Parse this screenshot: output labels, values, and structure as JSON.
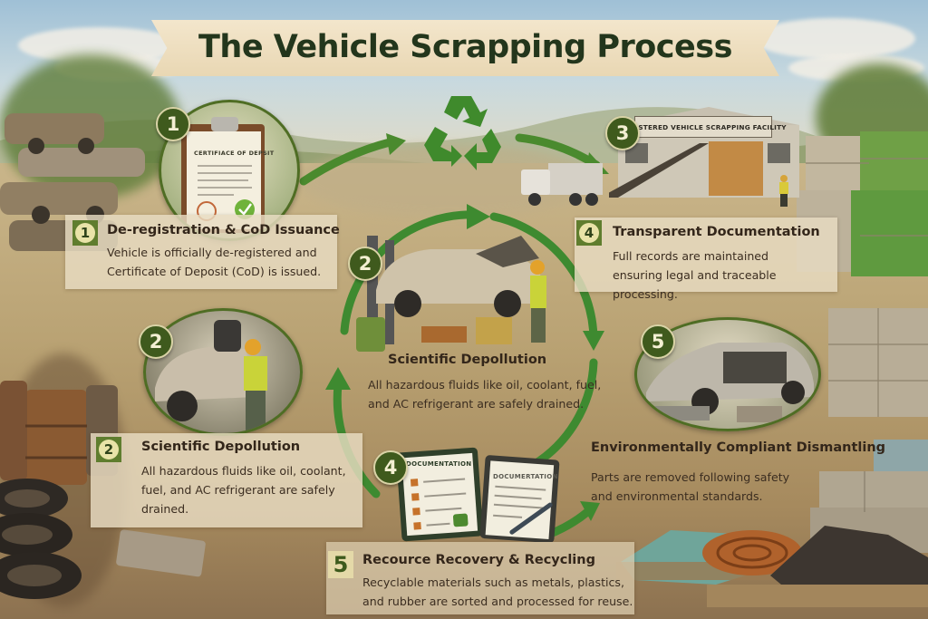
{
  "title": "The Vehicle Scrapping Process",
  "colors": {
    "accent_green": "#4f7a2a",
    "badge_dark": "#3f5a1d",
    "panel_bg": "#e8dcc2",
    "title_text": "#23361c",
    "body_text": "#3b2d20"
  },
  "center_icon": "recycle-icon",
  "steps": [
    {
      "number": "1",
      "title": "De-registration & CoD Issuance",
      "description": "Vehicle is officially de-registered and Certificate of Deposit (CoD) is issued.",
      "illustration_label": "CERTIFIACE OF DEPSIT",
      "icon": "clipboard-certificate-icon"
    },
    {
      "number": "2",
      "title": "Scientific Depollution",
      "description": "All hazardous fluids like oil, coolant, fuel, and AC refrigerant are safely drained.",
      "icon": "mechanic-car-icon"
    },
    {
      "number": "3",
      "illustration_label": "REGISTERED VEHICLE SCRAPPING FACILITY",
      "icon": "facility-building-icon"
    },
    {
      "number": "4",
      "title": "Transparent Documentation",
      "description": "Full records are maintained ensuring legal and traceable processing.",
      "illustration_labels": [
        "DOCUMENTATION",
        "DOCUMERTATION"
      ],
      "icon": "documents-icon"
    },
    {
      "number": "5",
      "title": "Environmentally Compliant Dismantling",
      "description": "Parts are removed following safety and environmental standards.",
      "icon": "dismantled-car-icon"
    },
    {
      "number": "5",
      "title": "Recource Recovery & Recycling",
      "description": "Recyclable materials such as metals, plastics, and rubber are sorted and processed for reuse.",
      "icon": "materials-pile-icon"
    }
  ],
  "center_step": {
    "number": "2",
    "title": "Scientific Depollution",
    "description": "All hazardous fluids like oil, coolant, fuel, and AC refrigerant are safely drained."
  }
}
